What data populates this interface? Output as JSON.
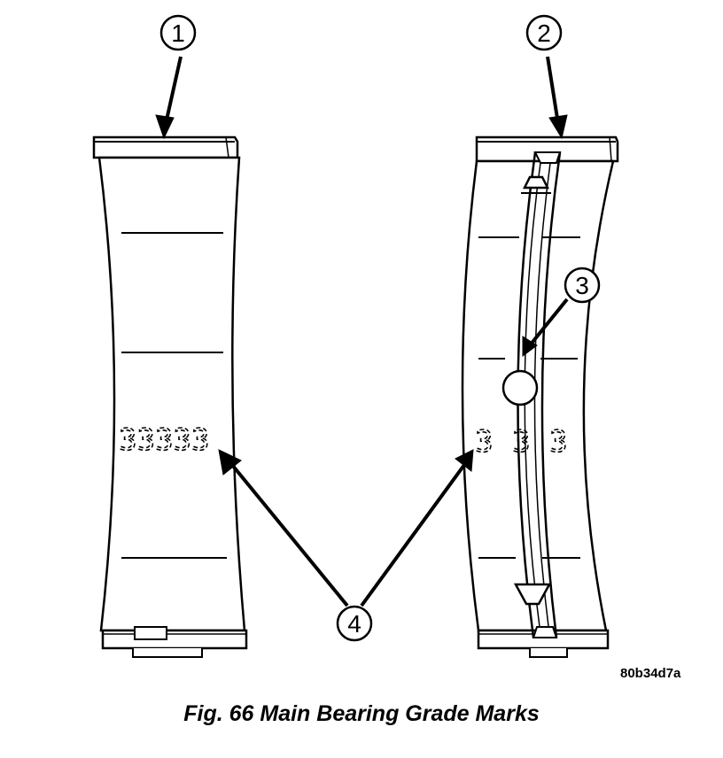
{
  "callouts": {
    "c1": "1",
    "c2": "2",
    "c3": "3",
    "c4": "4"
  },
  "grade_marks": {
    "left_shell": "33333",
    "right_shell_a": "3",
    "right_shell_b": "3",
    "right_shell_c": "3"
  },
  "reference_code": "80b34d7a",
  "caption": "Fig. 66 Main Bearing Grade Marks"
}
